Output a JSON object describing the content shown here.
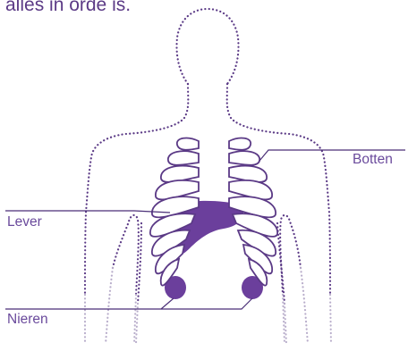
{
  "caption": "alles in orde is.",
  "labels": {
    "bones": "Botten",
    "liver": "Lever",
    "kidneys": "Nieren"
  },
  "colors": {
    "accent": "#5b3a86",
    "organ": "#6b3f9c",
    "label_text": "#6a4a9c"
  }
}
